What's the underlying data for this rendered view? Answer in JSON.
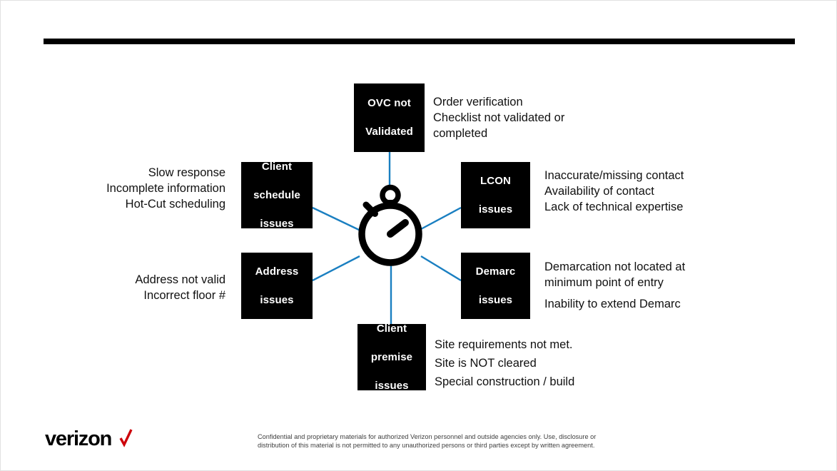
{
  "slide": {
    "background_color": "#ffffff",
    "rule_color": "#000000",
    "connector_color": "#1a7fc1",
    "box_color": "#000000",
    "box_text_color": "#ffffff",
    "logo_accent_color": "#cd040b"
  },
  "hub": {
    "icon": "stopwatch-icon"
  },
  "nodes": [
    {
      "id": "ovc",
      "label_lines": [
        "OVC not",
        "Validated"
      ],
      "desc_lines": [
        "Order verification",
        "Checklist not validated or",
        "completed"
      ],
      "desc_side": "right"
    },
    {
      "id": "client-schedule",
      "label_lines": [
        "Client",
        "schedule",
        "issues"
      ],
      "desc_lines": [
        "Slow response",
        "Incomplete information",
        "Hot-Cut scheduling"
      ],
      "desc_side": "left"
    },
    {
      "id": "lcon",
      "label_lines": [
        "LCON",
        "issues"
      ],
      "desc_lines": [
        "Inaccurate/missing contact",
        "Availability of contact",
        "Lack of technical expertise"
      ],
      "desc_side": "right"
    },
    {
      "id": "address",
      "label_lines": [
        "Address",
        "issues"
      ],
      "desc_lines": [
        "Address not valid",
        "Incorrect floor #"
      ],
      "desc_side": "left"
    },
    {
      "id": "demarc",
      "label_lines": [
        "Demarc",
        "issues"
      ],
      "desc_lines": [
        "Demarcation not located at",
        "minimum point of entry",
        "Inability to extend Demarc"
      ],
      "desc_side": "right"
    },
    {
      "id": "client-premise",
      "label_lines": [
        "Client",
        "premise",
        "issues"
      ],
      "desc_lines": [
        "Site requirements not met.",
        "Site is NOT cleared",
        "Special construction / build"
      ],
      "desc_side": "right"
    }
  ],
  "boxes": {
    "ovc": {
      "line1": "OVC not",
      "line2": "Validated"
    },
    "client_schedule": {
      "line1": "Client",
      "line2": "schedule",
      "line3": "issues"
    },
    "lcon": {
      "line1": "LCON",
      "line2": "issues"
    },
    "address": {
      "line1": "Address",
      "line2": "issues"
    },
    "demarc": {
      "line1": "Demarc",
      "line2": "issues"
    },
    "client_premise": {
      "line1": "Client",
      "line2": "premise",
      "line3": "issues"
    }
  },
  "descriptions": {
    "ovc": {
      "l1": "Order verification",
      "l2": "Checklist not validated or",
      "l3": "completed"
    },
    "client_schedule": {
      "l1": "Slow response",
      "l2": "Incomplete information",
      "l3": "Hot-Cut scheduling"
    },
    "lcon": {
      "l1": "Inaccurate/missing contact",
      "l2": "Availability of contact",
      "l3": "Lack of technical expertise"
    },
    "address": {
      "l1": "Address not valid",
      "l2": "Incorrect floor #"
    },
    "demarc": {
      "l1": "Demarcation not located at",
      "l2": "minimum point of entry",
      "l3": "Inability to extend Demarc"
    },
    "client_premise": {
      "l1": "Site requirements not met.",
      "l2": "Site is NOT cleared",
      "l3": "Special construction / build"
    }
  },
  "footer": {
    "logo_text": "verizon",
    "logo_mark": "check-mark-icon",
    "note_line1": "Confidential and proprietary materials for authorized Verizon personnel and outside agencies only. Use, disclosure or",
    "note_line2": "distribution of this material is not permitted to any unauthorized persons or third parties except by written agreement."
  }
}
